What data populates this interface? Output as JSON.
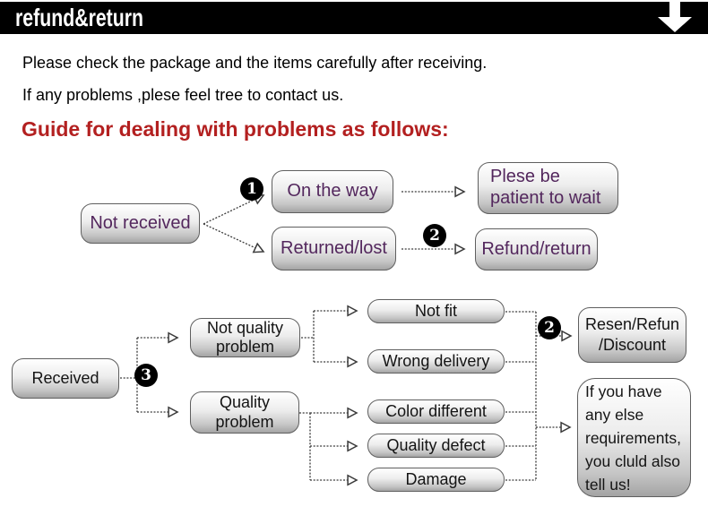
{
  "banner": {
    "title": "refund&return",
    "arrow_icon": "down-arrow",
    "bg_color": "#000000",
    "text_color": "#ffffff"
  },
  "intro": {
    "line1": "Please check the package and the items carefully after receiving.",
    "line2": "If any problems ,plese feel tree to contact us."
  },
  "heading": {
    "text": "Guide for dealing with problems as follows:",
    "color": "#b32020"
  },
  "flow1": {
    "text_color": "#53275d",
    "box_bg_top": "#ffffff",
    "box_bg_bottom": "#a4a4a4",
    "nodes": {
      "not_received": "Not received",
      "on_the_way": "On the way",
      "returned_lost": "Returned/lost",
      "please_wait": "Plese be\npatient to wait",
      "refund_return": "Refund/return"
    },
    "badges": {
      "one": "1",
      "two": "2"
    }
  },
  "flow2": {
    "text_color": "#141414",
    "nodes": {
      "received": "Received",
      "not_quality_problem": "Not quality\nproblem",
      "quality_problem": "Quality\nproblem",
      "not_fit": "Not fit",
      "wrong_delivery": "Wrong delivery",
      "color_different": "Color different",
      "quality_defect": "Quality defect",
      "damage": "Damage",
      "resen_refun_discount": "Resen/Refun\n/Discount",
      "more_requirements": "If you have\nany else\nrequirements,\nyou cluld also\ntell us!"
    },
    "badges": {
      "three": "3",
      "two": "2"
    }
  }
}
